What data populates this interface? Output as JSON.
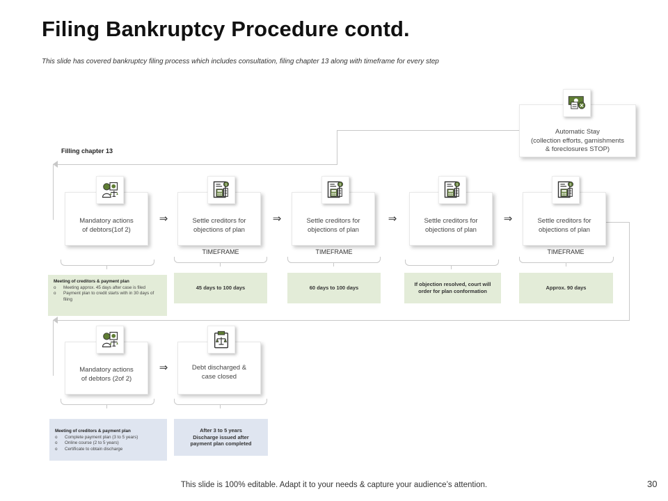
{
  "title": "Filing Bankruptcy Procedure contd.",
  "subtitle": "This slide has covered bankruptcy filing process which includes consultation, filing chapter 13 along with timeframe for every step",
  "section_label": "Filling chapter 13",
  "automatic_stay": {
    "line1": "Automatic Stay",
    "line2": "(collection efforts, garnishments",
    "line3": "& foreclosures STOP)"
  },
  "row1": {
    "cards": [
      {
        "line1": "Mandatory actions",
        "line2": "of debtors(1of 2)",
        "icon": "debtor-scale-icon"
      },
      {
        "line1": "Settle creditors for",
        "line2": "objections of plan",
        "icon": "document-calculator-icon"
      },
      {
        "line1": "Settle creditors for",
        "line2": "objections of plan",
        "icon": "document-calculator-icon"
      },
      {
        "line1": "Settle creditors for",
        "line2": "objections of plan",
        "icon": "document-calculator-icon"
      },
      {
        "line1": "Settle creditors for",
        "line2": "objections of plan",
        "icon": "document-calculator-icon"
      }
    ],
    "timeframe_label": "TIMEFRAME",
    "detail": {
      "heading": "Meeting of creditors & payment  plan",
      "items": [
        "Meeting approx. 45 days after case is filed",
        "Payment plan to credit starts with in 30 days of filing"
      ]
    },
    "timeframes": [
      "45 days  to 100 days",
      "60 days  to 100 days",
      "If objection resolved, court will order for plan conformation",
      "Approx. 90 days"
    ]
  },
  "row2": {
    "cards": [
      {
        "line1": "Mandatory actions",
        "line2": "of debtors (2of 2)",
        "icon": "debtor-scale-icon"
      },
      {
        "line1": "Debt discharged &",
        "line2": "case closed",
        "icon": "clipboard-scale-icon"
      }
    ],
    "detail": {
      "heading": "Meeting of creditors & payment  plan",
      "items": [
        "Complete payment plan (3 to 5 years)",
        "Online course (2 to 5 years)",
        "Certificate to obtain discharge"
      ]
    },
    "discharge": {
      "line1": "After 3 to 5 years",
      "line2": "Discharge  issued after",
      "line3": "payment  plan completed"
    }
  },
  "bullet_glyph": "o",
  "arrow_glyph": "⇒",
  "footer": "This slide is 100% editable. Adapt it to your needs & capture your audience’s attention.",
  "page_number": "30",
  "colors": {
    "icon_green": "#5f7d33",
    "green_box": "#e3ecd8",
    "blue_box": "#dfe5f0"
  }
}
